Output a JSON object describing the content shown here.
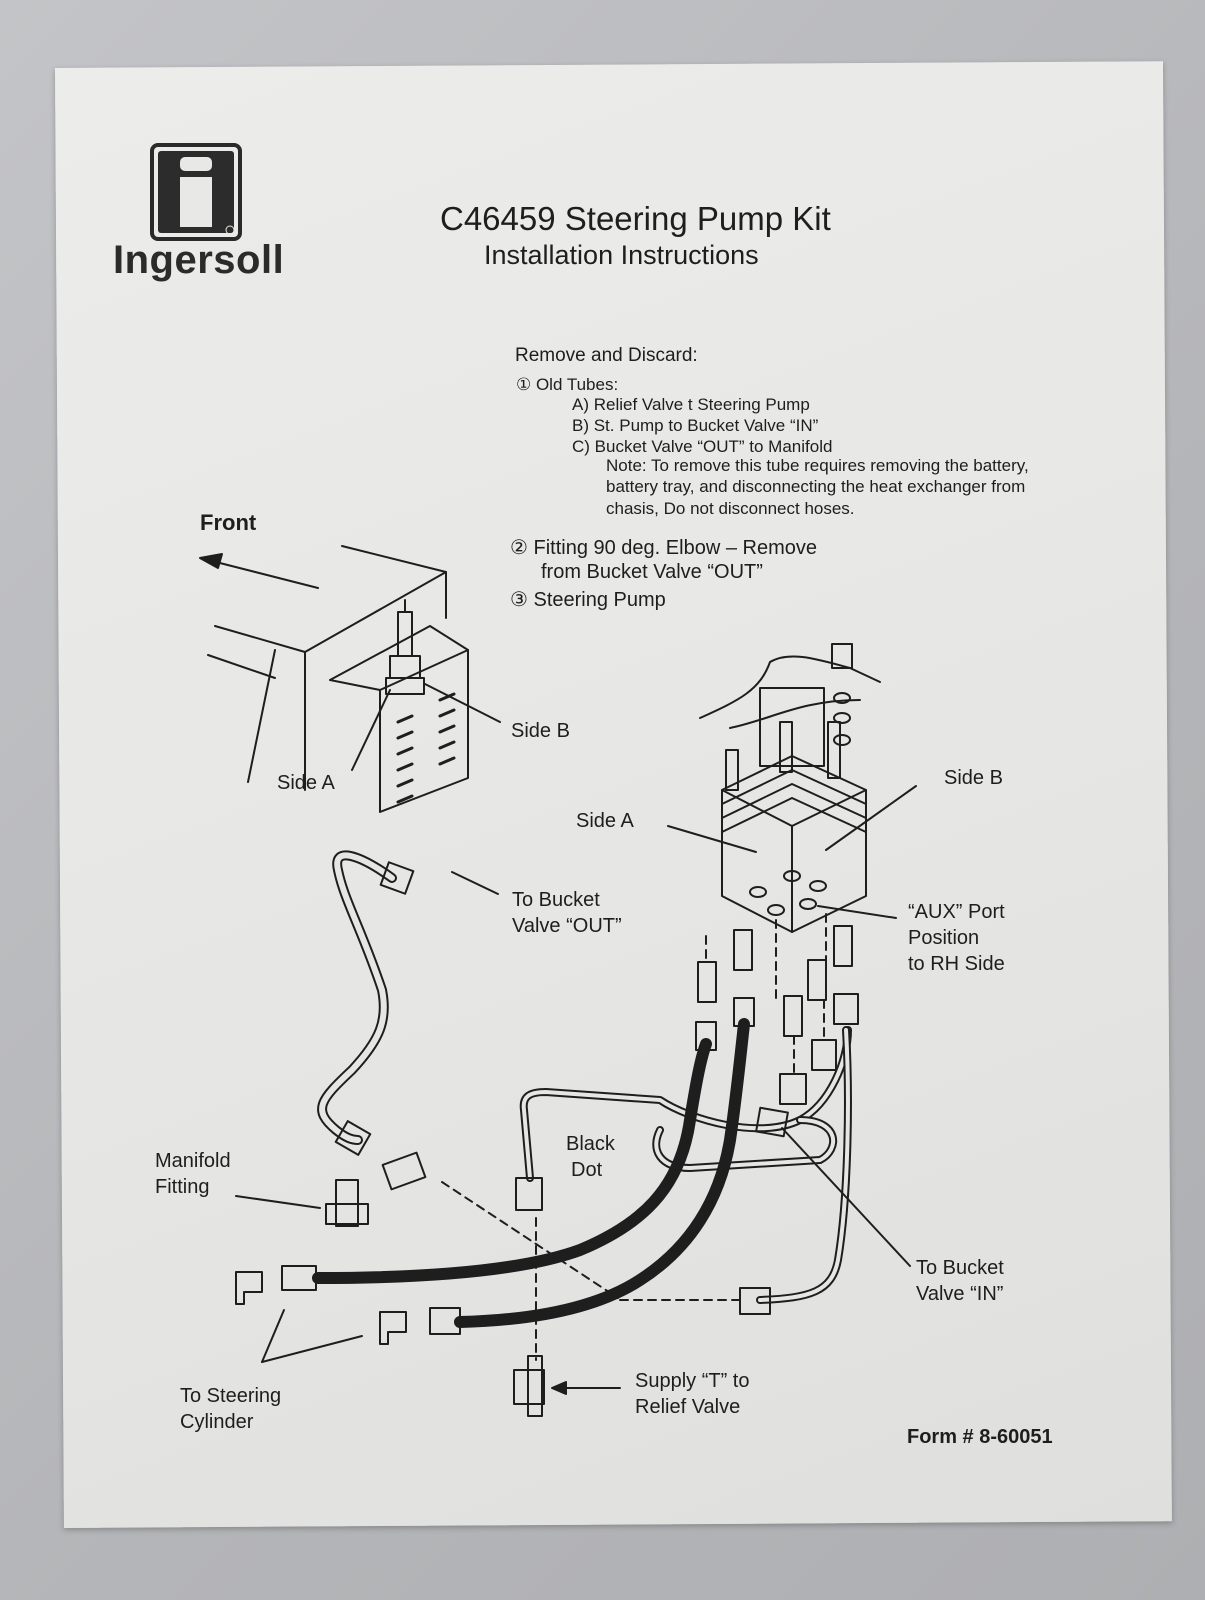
{
  "brand": {
    "name": "Ingersoll"
  },
  "header": {
    "title": "C46459 Steering Pump Kit",
    "subtitle": "Installation Instructions"
  },
  "remove_list": {
    "heading": "Remove and Discard:",
    "item1": {
      "label": "① Old Tubes:",
      "sub": [
        "A) Relief Valve t Steering Pump",
        "B) St. Pump to Bucket Valve “IN”",
        "C) Bucket Valve “OUT” to Manifold"
      ],
      "note": [
        "Note: To remove this tube requires removing the battery,",
        "battery tray, and disconnecting the heat exchanger from",
        "chasis, Do not disconnect hoses."
      ]
    },
    "item2": [
      "②  Fitting 90 deg. Elbow – Remove",
      "from Bucket Valve “OUT”"
    ],
    "item3": "③  Steering Pump"
  },
  "labels": {
    "front": "Front",
    "side_a_left": "Side A",
    "side_b_left": "Side B",
    "side_a_right": "Side A",
    "side_b_right": "Side B",
    "to_bucket_out": [
      "To Bucket",
      "Valve “OUT”"
    ],
    "aux_port": [
      "“AUX”  Port",
      "Position",
      "to RH Side"
    ],
    "black_dot": [
      "Black",
      "Dot"
    ],
    "manifold_fitting": [
      "Manifold",
      "Fitting"
    ],
    "to_bucket_in": [
      "To Bucket",
      "Valve “IN”"
    ],
    "to_steering_cylinder": [
      "To Steering",
      "Cylinder"
    ],
    "supply_t": [
      "Supply “T” to",
      "Relief Valve"
    ]
  },
  "footer": {
    "form_number": "Form # 8-60051"
  },
  "colors": {
    "paper": "#e8e8e6",
    "ink": "#1e1e1e",
    "background": "#b9babd"
  }
}
